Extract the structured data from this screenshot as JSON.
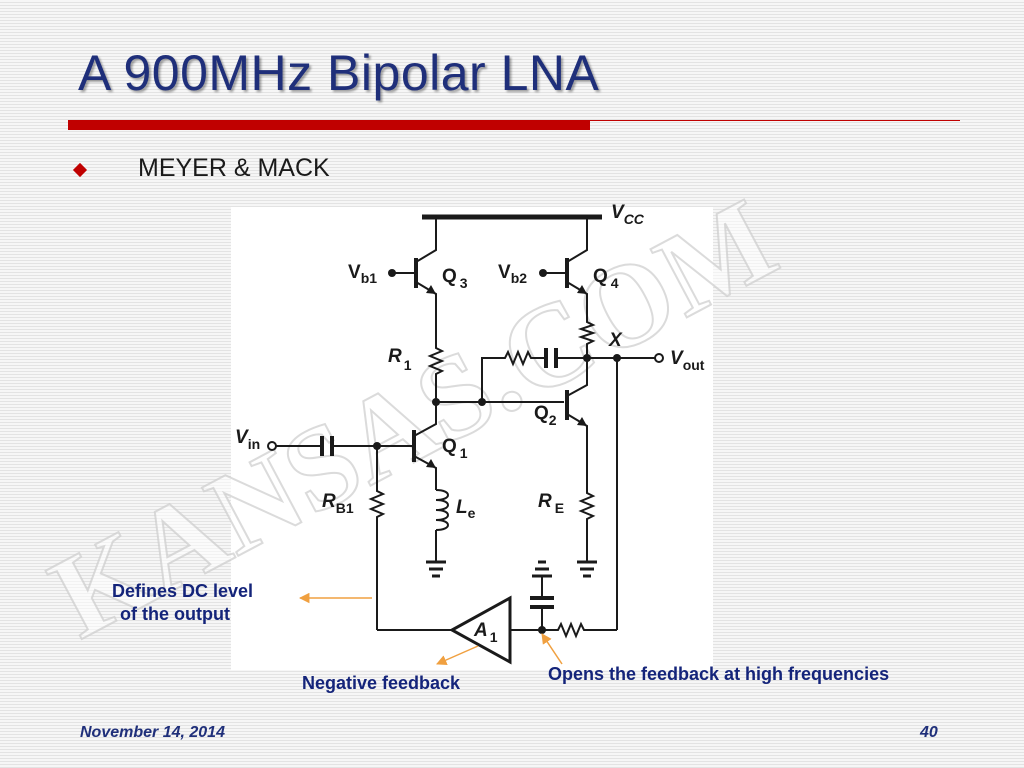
{
  "slide": {
    "title": "A 900MHz Bipolar LNA",
    "bullet_text": "MEYER & MACK",
    "date": "November 14, 2014",
    "page_number": "40",
    "watermark": "KANSAS.COM"
  },
  "circuit": {
    "labels": {
      "vcc_main": "V",
      "vcc_sub": "CC",
      "vb1_main": "V",
      "vb1_sub": "b1",
      "vb2_main": "V",
      "vb2_sub": "b2",
      "q3_main": "Q",
      "q3_sub": "3",
      "q4_main": "Q",
      "q4_sub": "4",
      "r1_main": "R",
      "r1_sub": "1",
      "x_node": "X",
      "vout_main": "V",
      "vout_sub": "out",
      "q2_main": "Q",
      "q2_sub": "2",
      "vin_main": "V",
      "vin_sub": "in",
      "q1_main": "Q",
      "q1_sub": "1",
      "rb1_main": "R",
      "rb1_sub": "B1",
      "le_main": "L",
      "le_sub": "e",
      "re_main": "R",
      "re_sub": "E",
      "a1_main": "A",
      "a1_sub": "1"
    }
  },
  "annotations": {
    "dc_level_line1": "Defines DC level",
    "dc_level_line2": "of the output",
    "negative_feedback": "Negative feedback",
    "opens_feedback": "Opens the feedback at high frequencies",
    "arrow_color": "#f0a040"
  },
  "colors": {
    "title": "#1f2f7a",
    "accent_red": "#c00000",
    "annotation_text": "#14247a"
  }
}
